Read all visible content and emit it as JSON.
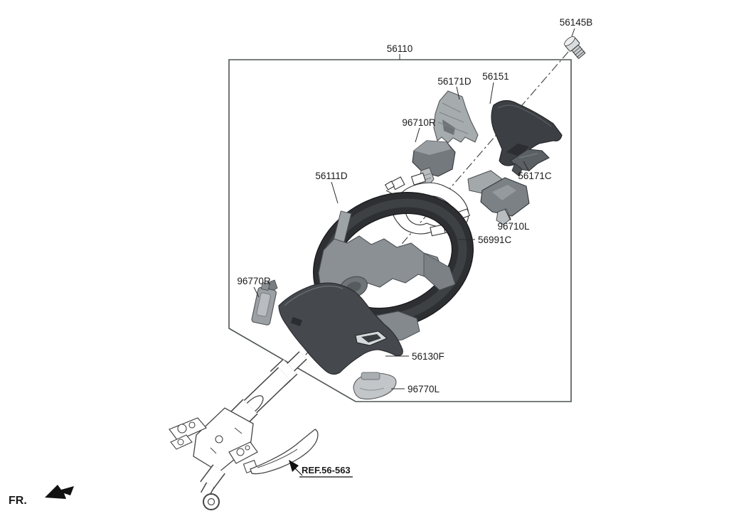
{
  "diagram_type": "exploded-parts-diagram-steering-wheel",
  "labels": {
    "assembly": "56110",
    "bolt": "56145B",
    "trim_upper_right": "56171D",
    "bezel": "56151",
    "switch_right": "96710R",
    "wheel_body": "56111D",
    "trim_lower_left": "56171C",
    "switch_left": "96710L",
    "horn_wiring": "56991C",
    "paddle_right": "96770R",
    "back_cover": "56130F",
    "paddle_left": "96770L",
    "column_ref": "REF.56-563",
    "front_marker": "FR."
  },
  "colors": {
    "background": "#ffffff",
    "box_border": "#4f5355",
    "centerline": "#4a4a4a",
    "label_ink": "#1a1a1a",
    "part_darkest": "#2d2f32",
    "part_dark": "#3c3f43",
    "part_mid": "#7b8185",
    "part_light": "#b9bdc0",
    "outline_ink": "#444444"
  }
}
